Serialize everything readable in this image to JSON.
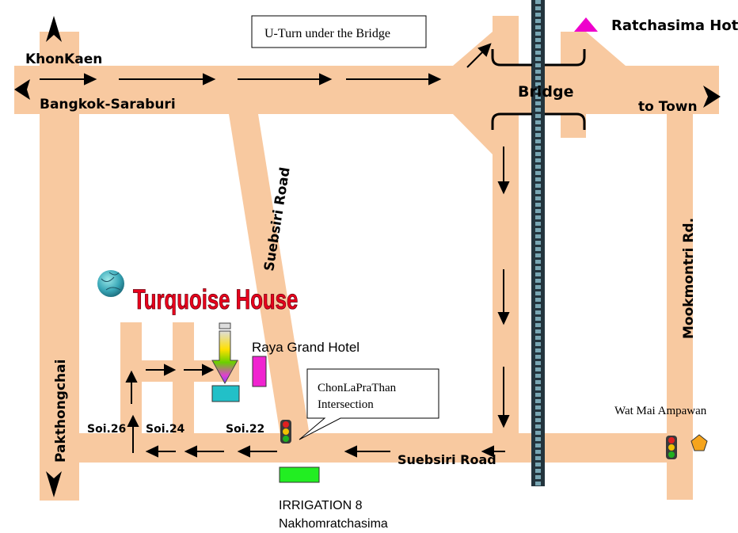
{
  "map": {
    "colors": {
      "road": "#f8c9a0",
      "rail_dark": "#23343d",
      "rail_light": "#78a6b3",
      "title": "#e8001c",
      "hotel_triangle": "#ee00cc",
      "raya_marker": "#f023d0",
      "house_marker": "#22c0c8",
      "irrigation_marker": "#22ee22",
      "temple_marker": "#f5a41d"
    },
    "places": {
      "title": "Turquoise House",
      "ratchasima_hotel": "Ratchasima Hotel",
      "raya_grand_hotel": "Raya Grand Hotel",
      "wat_mai_ampawan": "Wat Mai Ampawan",
      "irrigation_line1": "IRRIGATION 8",
      "irrigation_line2": "Nakhomratchasima"
    },
    "roads": {
      "khonkaen": "KhonKaen",
      "bangkok_saraburi": "Bangkok-Saraburi",
      "to_town": "to Town",
      "bridge": "Bridge",
      "suebsiri_road_diag": "Suebsiri Road",
      "suebsiri_road_bottom": "Suebsiri Road",
      "mookmontri": "Mookmontri Rd.",
      "pakthongchai": "Pakthongchai",
      "soi26": "Soi.26",
      "soi24": "Soi.24",
      "soi22": "Soi.22"
    },
    "callouts": {
      "uturn": "U-Turn under the Bridge",
      "intersection_line1": "ChonLaPraThan",
      "intersection_line2": "Intersection"
    },
    "icons": [
      "north-arrow-icon",
      "south-arrow-icon",
      "west-arrow-icon",
      "east-arrow-icon",
      "traffic-light-icon",
      "turquoise-stone-icon",
      "pentagon-marker-icon",
      "triangle-marker-icon"
    ]
  }
}
